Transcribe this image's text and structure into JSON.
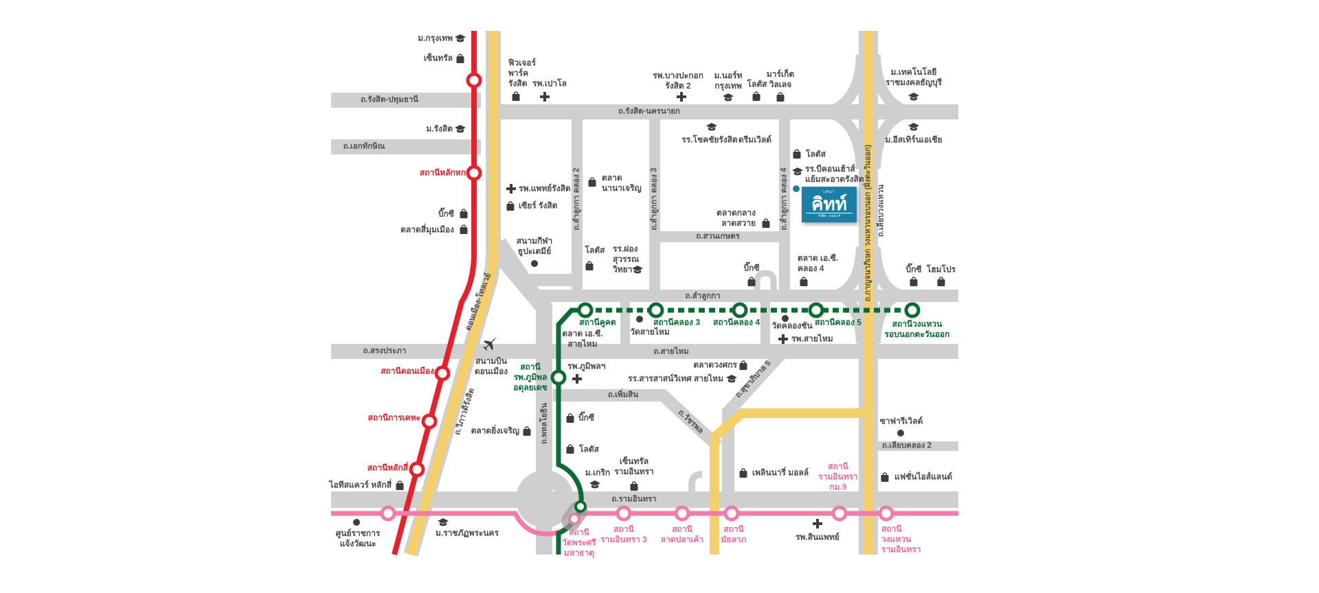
{
  "colors": {
    "red_line": "#e8202a",
    "green_line": "#0a6b33",
    "pink_line": "#f47aaa",
    "yellow_expressway": "#f5d06a",
    "road": "#cfcfcf",
    "project": "#1b7fa8"
  },
  "project": {
    "brand": "เสนา",
    "name": "คิทท์",
    "subtitle": "รังสิต - คลอง 4"
  },
  "roads": {
    "rangsit_pathum": "ถ.รังสิต-ปทุมธานี",
    "ekthaksin": "ถ.เอกทักษิณ",
    "rangsit_nakhonnayok": "ถ.รังสิต-นครนายก",
    "lamlukka_k2": "ถ.ลำลูกกา คลอง 2",
    "lamlukka_k3": "ถ.ลำลูกกา คลอง 3",
    "lamlukka_k4": "ถ.ลำลูกกา คลอง 4",
    "suan_kaset": "ถ.สวนเกษตร",
    "kanchanaphisek": "ถ.กาญจนาภิเษก วงแหวนรอบนอก (ฝั่งตะวันออก)",
    "liap_wongwaen": "ถ.เลียบวงแหวน",
    "lamlukka": "ถ.ลำลูกกา",
    "songprapa": "ถ.สรงประภา",
    "saimai": "ถ.สายไหม",
    "tollway": "ดอนเมือง-โทลเวย์",
    "vibhavadi": "ถ.วิภาวดีรังสิต",
    "phahonyothin": "ถ.พหลโยธิน",
    "phoemsin": "ถ.เพิ่มสิน",
    "sukhaphiban5": "ถ.สุขาภิบาล 5",
    "watcharaphon": "ถ.วัชรพล",
    "liap_khlong2": "ถ.เลียบคลอง 2",
    "ramintra": "ถ.รามอินทรา"
  },
  "stations": {
    "red": [
      "สถานีหลักหก",
      "สถานีดอนเมือง",
      "สถานีการเคหะ",
      "สถานีหลักสี่"
    ],
    "green": [
      "สถานีคูคต",
      "สถานีคลอง 3",
      "สถานีคลอง 4",
      "สถานีคลอง 5",
      "สถานีวงแหวน\nรอบนอกตะวันออก",
      "สถานี\nรพ.ภูมิพล\nอดุลยเดช"
    ],
    "pink": [
      "สถานี\nวัดพระศรี\nมหาธาตุ",
      "สถานี\nรามอินทรา 3",
      "สถานี\nลาดปลาเค้า",
      "สถานี\nมัยลาภ",
      "สถานี\nรามอินทรา\nกม.9",
      "สถานี\nวงแหวน\nรามอินทรา"
    ]
  },
  "pois": [
    {
      "name": "ม.กรุงเทพ",
      "icon": "graduation-cap"
    },
    {
      "name": "เซ็นทรัล",
      "icon": "shopping-bag"
    },
    {
      "name": "ม.รังสิต",
      "icon": "graduation-cap"
    },
    {
      "name": "บิ๊กซี",
      "icon": "shopping-bag"
    },
    {
      "name": "ตลาดสี่มุมเมือง",
      "icon": "shopping-bag"
    },
    {
      "name": "ฟิวเจอร์\nพาร์ค\nรังสิต",
      "icon": "shopping-bag"
    },
    {
      "name": "รพ.เปาโล",
      "icon": "hospital-cross"
    },
    {
      "name": "รพ.แพทย์รังสิต",
      "icon": "hospital-cross"
    },
    {
      "name": "เซียร์ รังสิต",
      "icon": "shopping-bag"
    },
    {
      "name": "สนามกีฬา\nธูปะเตมีย์",
      "icon": "place-dot"
    },
    {
      "name": "ตลาด\nนานาเจริญ",
      "icon": "shopping-bag"
    },
    {
      "name": "โลตัส",
      "icon": "shopping-bag"
    },
    {
      "name": "รร.ผ่อง\nสุวรรณ\nวิทยา",
      "icon": "graduation-cap"
    },
    {
      "name": "รพ.บางปะกอก\nรังสิต 2",
      "icon": "hospital-cross"
    },
    {
      "name": "ม.นอร์ท\nกรุงเทพ",
      "icon": "graduation-cap"
    },
    {
      "name": "โลตัส",
      "icon": "shopping-bag"
    },
    {
      "name": "มาร์เก็ต\nวิลเลจ",
      "icon": "shopping-bag"
    },
    {
      "name": "ม.เทคโนโลยี\nราชมงคลธัญบุรี",
      "icon": "graduation-cap"
    },
    {
      "name": "รร.โชคชัยรังสิต",
      "icon": "graduation-cap"
    },
    {
      "name": "ดรีมเวิลด์",
      "icon": ""
    },
    {
      "name": "ม.อีสเทิร์นเอเชีย",
      "icon": "graduation-cap"
    },
    {
      "name": "โลตัส",
      "icon": "shopping-bag"
    },
    {
      "name": "รร.บีคอนเฮ้าส์\nแย้มสะอาดรังสิต",
      "icon": "graduation-cap"
    },
    {
      "name": "ตลาดกลาง\nลาดสวาย",
      "icon": "shopping-bag"
    },
    {
      "name": "บิ๊กซี",
      "icon": "shopping-bag"
    },
    {
      "name": "ตลาด เอ.ซี.\nคลอง 4",
      "icon": "shopping-bag"
    },
    {
      "name": "บิ๊กซี",
      "icon": "shopping-bag"
    },
    {
      "name": "โฮมโปร",
      "icon": "shopping-bag"
    },
    {
      "name": "ตลาด เอ.ซี.\nสายไหม",
      "icon": ""
    },
    {
      "name": "วัดสายไหม",
      "icon": "place-dot"
    },
    {
      "name": "วัดคลองชัน",
      "icon": "place-dot"
    },
    {
      "name": "รพ.สายไหม",
      "icon": "hospital-cross"
    },
    {
      "name": "สนามบิน\nดอนเมือง",
      "icon": "airplane"
    },
    {
      "name": "รพ.ภูมิพลฯ",
      "icon": "hospital-cross"
    },
    {
      "name": "ตลาดวงศกร",
      "icon": "shopping-bag"
    },
    {
      "name": "รร.สารสาสน์วิเทศ สายไหม",
      "icon": "graduation-cap"
    },
    {
      "name": "ตลาดยิ่งเจริญ",
      "icon": "shopping-bag"
    },
    {
      "name": "บิ๊กซี",
      "icon": "shopping-bag"
    },
    {
      "name": "โลตัส",
      "icon": "shopping-bag"
    },
    {
      "name": "ม.เกริก",
      "icon": "graduation-cap"
    },
    {
      "name": "เซ็นทรัล\nรามอินทรา",
      "icon": "shopping-bag"
    },
    {
      "name": "เพลินนารี่ มอลล์",
      "icon": "shopping-bag"
    },
    {
      "name": "ซาฟารีเวิลด์",
      "icon": "place-dot"
    },
    {
      "name": "แฟชั่นไอส์แลนด์",
      "icon": "shopping-bag"
    },
    {
      "name": "รพ.สินแพทย์",
      "icon": "hospital-cross"
    },
    {
      "name": "ไอทีสแควร์ หลักสี่",
      "icon": "shopping-bag"
    },
    {
      "name": "ม.ราชภัฏพระนคร",
      "icon": "graduation-cap"
    },
    {
      "name": "ศูนย์ราชการ\nแจ้งวัฒนะ",
      "icon": "place-dot"
    }
  ]
}
